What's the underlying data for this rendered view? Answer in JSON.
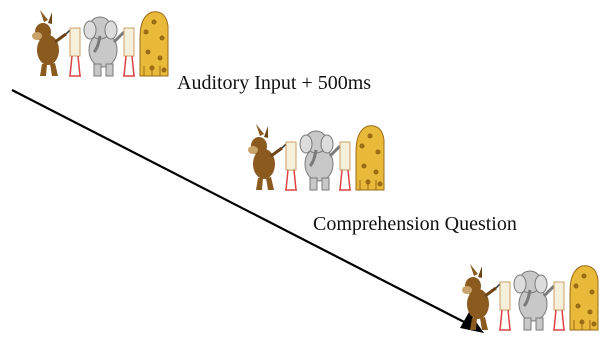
{
  "steps": [
    {
      "id": "step-1",
      "image": "donkey-elephant-giraffe-painting-icon"
    },
    {
      "id": "step-2",
      "image": "donkey-elephant-giraffe-painting-icon",
      "caption": "Auditory Input + 500ms"
    },
    {
      "id": "step-3",
      "image": "donkey-elephant-giraffe-painting-icon",
      "caption": "Comprehension Question"
    }
  ],
  "colors": {
    "donkey": "#8a5a1f",
    "donkey_light": "#c9a36a",
    "elephant": "#c8c8c8",
    "elephant_dark": "#7a7a7a",
    "giraffe": "#e9b93a",
    "giraffe_spot": "#9a6a18",
    "easel": "#e8d0a0",
    "canvas": "#f6efd9",
    "arrow": "#000000"
  }
}
